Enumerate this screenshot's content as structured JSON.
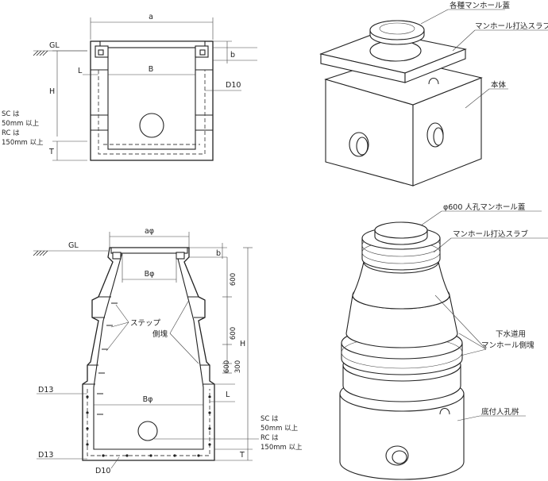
{
  "top_left": {
    "dim_a": "a",
    "gl": "GL",
    "dim_b": "b",
    "dim_L": "L",
    "dim_B": "B",
    "dim_H": "H",
    "rebar": "D10",
    "cover": [
      "SC は",
      "50mm 以上",
      "RC は",
      "150mm 以上"
    ],
    "dim_T": "T"
  },
  "top_right": {
    "cover": "各種マンホール蓋",
    "slab": "マンホール打込スラブ",
    "body": "本体"
  },
  "bottom_left": {
    "dim_a": "aφ",
    "gl": "GL",
    "dim_b": "b",
    "dim_B_top": "Bφ",
    "step": "ステップ",
    "side": "側塊",
    "dims": [
      "600",
      "600",
      "600",
      "300"
    ],
    "dim_H": "H",
    "rebar_top": "D13",
    "dim_B_bottom": "Bφ",
    "dim_L": "L",
    "cover": [
      "SC は",
      "50mm 以上",
      "RC は",
      "150mm 以上"
    ],
    "rebar_bottom": "D13",
    "rebar_base": "D10",
    "dim_T": "T"
  },
  "bottom_right": {
    "cover": "φ600 人孔マンホール蓋",
    "slab": "マンホール打込スラブ",
    "side": [
      "下水道用",
      "マンホール側塊"
    ],
    "base": "底付人孔桝"
  }
}
